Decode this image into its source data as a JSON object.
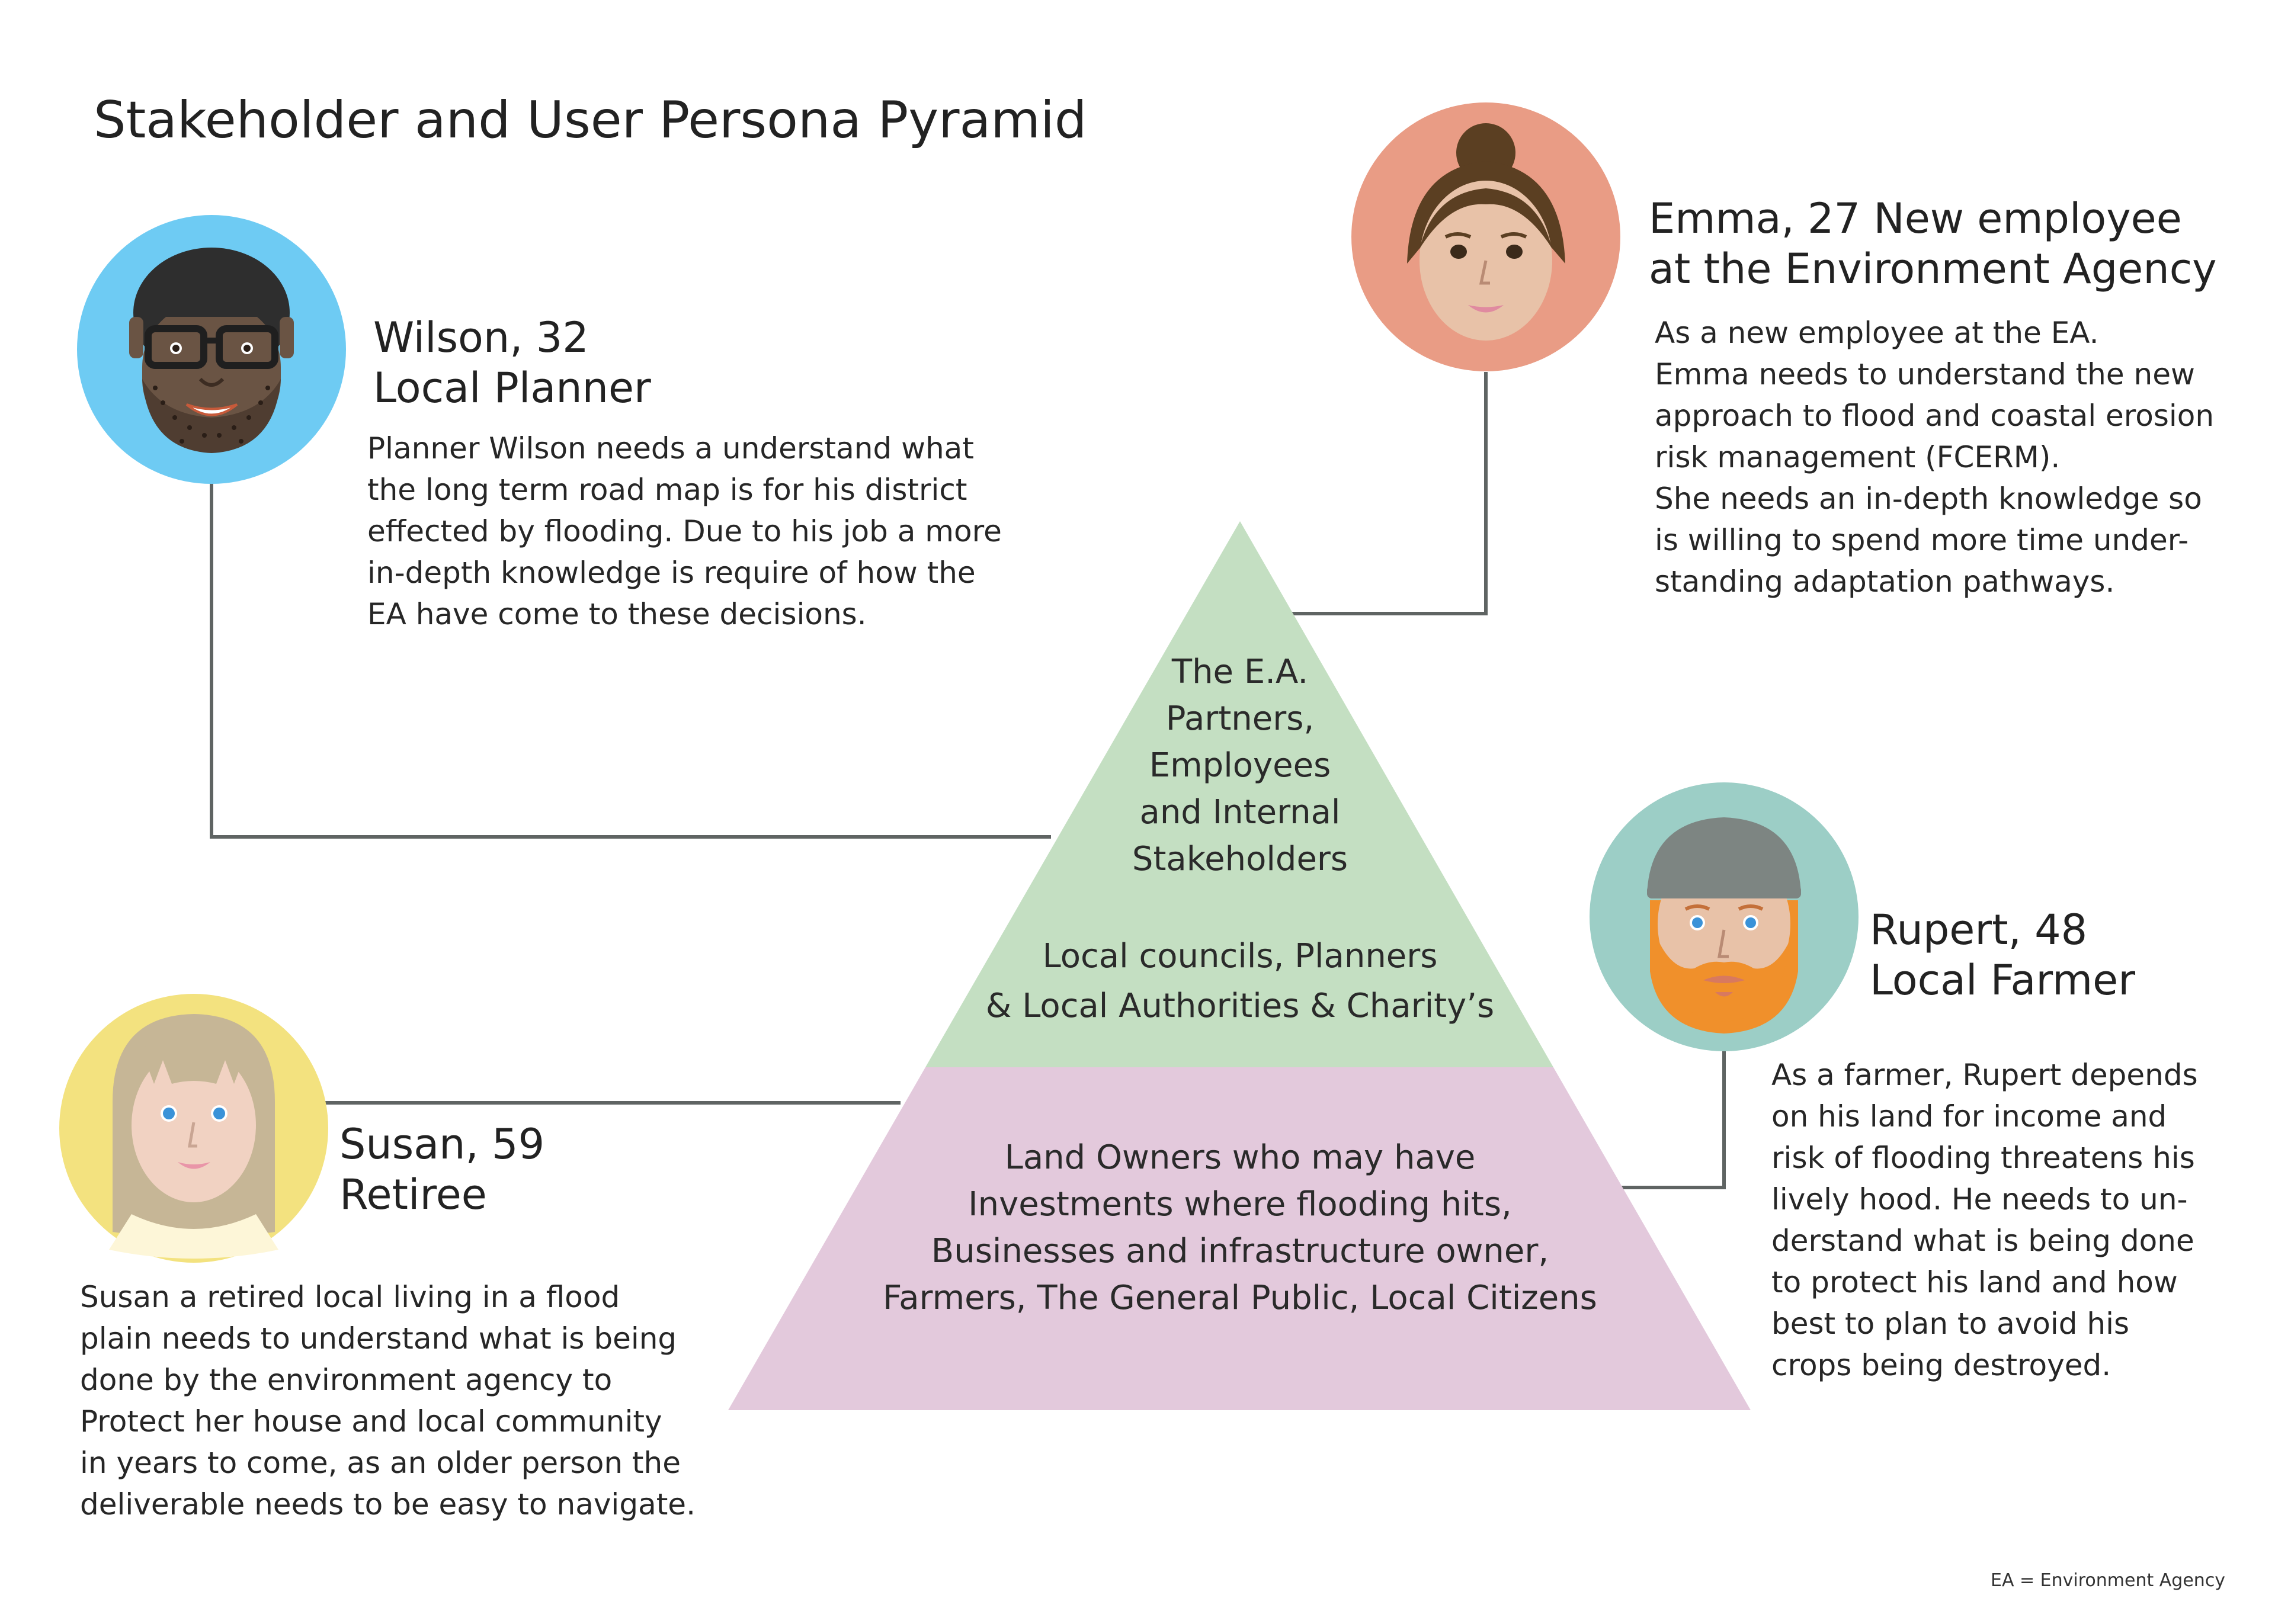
{
  "title": "Stakeholder and User Persona Pyramid",
  "colors": {
    "pyramid_top": "#c4dfc2",
    "pyramid_bottom": "#e3c9dc",
    "connector": "#5f6463",
    "wilson_bg": "#6ecbf3",
    "emma_bg": "#e99c85",
    "rupert_bg": "#9ccec6",
    "susan_bg": "#f3e27f"
  },
  "pyramid": {
    "top_lines": [
      "The E.A.",
      "Partners,",
      "Employees",
      "and Internal",
      "Stakeholders"
    ],
    "middle_lines": [
      "Local councils, Planners",
      "& Local Authorities & Charity’s"
    ],
    "bottom_lines": [
      "Land Owners who may have",
      "Investments where flooding hits,",
      "Businesses and infrastructure owner,",
      "Farmers, The General Public, Local Citizens"
    ]
  },
  "personas": {
    "wilson": {
      "avatar_icon": "man-with-glasses-avatar-icon",
      "name_lines": [
        "Wilson, 32",
        "Local Planner"
      ],
      "desc_lines": [
        "Planner Wilson needs a understand what",
        "the long term road map is for his district",
        "effected by flooding. Due to his job a more",
        "in-depth knowledge is require of how the",
        "EA have come to these decisions."
      ]
    },
    "emma": {
      "avatar_icon": "woman-with-bun-avatar-icon",
      "name_lines": [
        "Emma, 27 New employee",
        "at the Environment Agency"
      ],
      "desc_lines": [
        "As a new employee at the EA.",
        "Emma needs to understand the new",
        "approach to flood and coastal erosion",
        "risk management (FCERM).",
        "She needs an in-depth knowledge so",
        "is willing to spend more time under-",
        "standing adaptation pathways."
      ]
    },
    "rupert": {
      "avatar_icon": "bearded-man-with-cap-avatar-icon",
      "name_lines": [
        "Rupert, 48",
        "Local Farmer"
      ],
      "desc_lines": [
        "As a farmer, Rupert depends",
        "on his land for income and",
        "risk of flooding threatens his",
        "lively hood. He needs to un-",
        "derstand what is being done",
        "to protect his land and how",
        "best to plan to avoid his",
        "crops being destroyed."
      ]
    },
    "susan": {
      "avatar_icon": "woman-with-bangs-avatar-icon",
      "name_lines": [
        "Susan, 59",
        "Retiree"
      ],
      "desc_lines": [
        "Susan a retired local living in a flood",
        "plain needs to understand what is being",
        "done by the environment agency to",
        "Protect her house and local community",
        "in years to come, as an older person the",
        "deliverable needs to be easy to navigate."
      ]
    }
  },
  "footnote": "EA = Environment Agency"
}
